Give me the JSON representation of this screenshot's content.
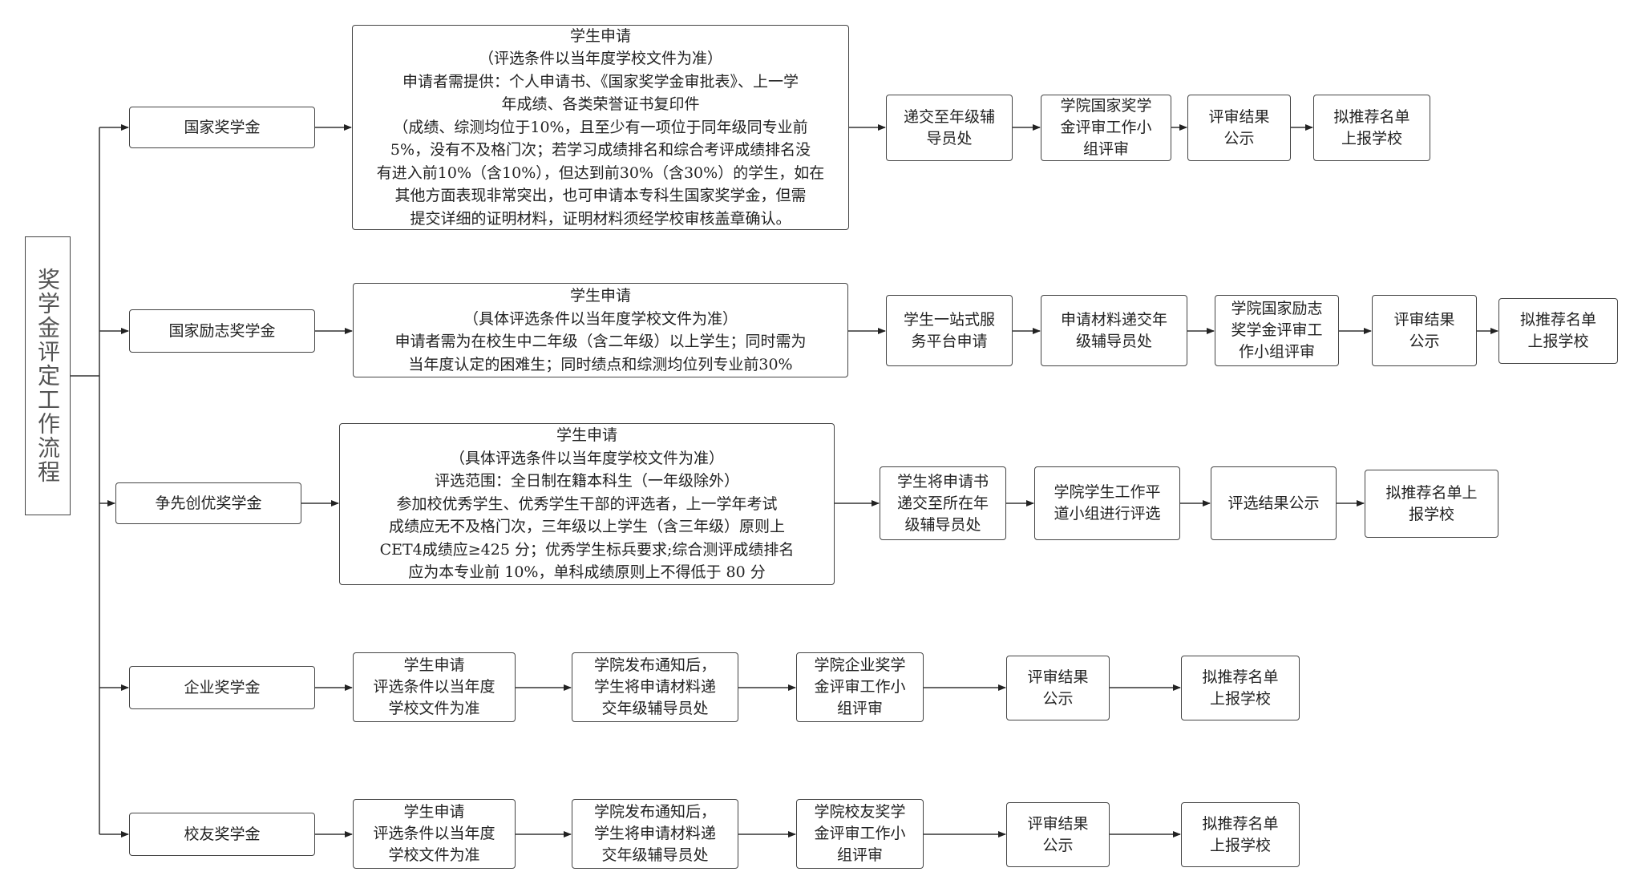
{
  "title": "奖学金评定工作流程",
  "rows": [
    {
      "category": "国家奖学金",
      "application": "学生申请\n（评选条件以当年度学校文件为准）\n申请者需提供：个人申请书、《国家奖学金审批表》、上一学\n年成绩、各类荣誉证书复印件\n（成绩、综测均位于10%，且至少有一项位于同年级同专业前\n5%，没有不及格门次；若学习成绩排名和综合考评成绩排名没\n有进入前10%（含10%），但达到前30%（含30%）的学生，如在\n其他方面表现非常突出，也可申请本专科生国家奖学金，但需\n提交详细的证明材料，证明材料须经学校审核盖章确认。",
      "steps": [
        "递交至年级辅\n导员处",
        "学院国家奖学\n金评审工作小\n组评审",
        "评审结果\n公示",
        "拟推荐名单\n上报学校"
      ]
    },
    {
      "category": "国家励志奖学金",
      "application": "学生申请\n（具体评选条件以当年度学校文件为准）\n申请者需为在校生中二年级（含二年级）以上学生；同时需为\n当年度认定的困难生；同时绩点和综测均位列专业前30%",
      "steps": [
        "学生一站式服\n务平台申请",
        "申请材料递交年\n级辅导员处",
        "学院国家励志\n奖学金评审工\n作小组评审",
        "评审结果\n公示",
        "拟推荐名单\n上报学校"
      ]
    },
    {
      "category": "争先创优奖学金",
      "application": "学生申请\n（具体评选条件以当年度学校文件为准）\n评选范围：全日制在籍本科生（一年级除外）\n参加校优秀学生、优秀学生干部的评选者，上一学年考试\n成绩应无不及格门次，三年级以上学生（含三年级）原则上\nCET4成绩应≥425 分；优秀学生标兵要求;综合测评成绩排名\n应为本专业前 10%，单科成绩原则上不得低于 80 分",
      "steps": [
        "学生将申请书\n递交至所在年\n级辅导员处",
        "学院学生工作平\n道小组进行评选",
        "评选结果公示",
        "拟推荐名单上\n报学校"
      ]
    },
    {
      "category": "企业奖学金",
      "application": "学生申请\n评选条件以当年度\n学校文件为准",
      "steps": [
        "学院发布通知后，\n学生将申请材料递\n交年级辅导员处",
        "学院企业奖学\n金评审工作小\n组评审",
        "评审结果\n公示",
        "拟推荐名单\n上报学校"
      ]
    },
    {
      "category": "校友奖学金",
      "application": "学生申请\n评选条件以当年度\n学校文件为准",
      "steps": [
        "学院发布通知后，\n学生将申请材料递\n交年级辅导员处",
        "学院校友奖学\n金评审工作小\n组评审",
        "评审结果\n公示",
        "拟推荐名单\n上报学校"
      ]
    }
  ]
}
